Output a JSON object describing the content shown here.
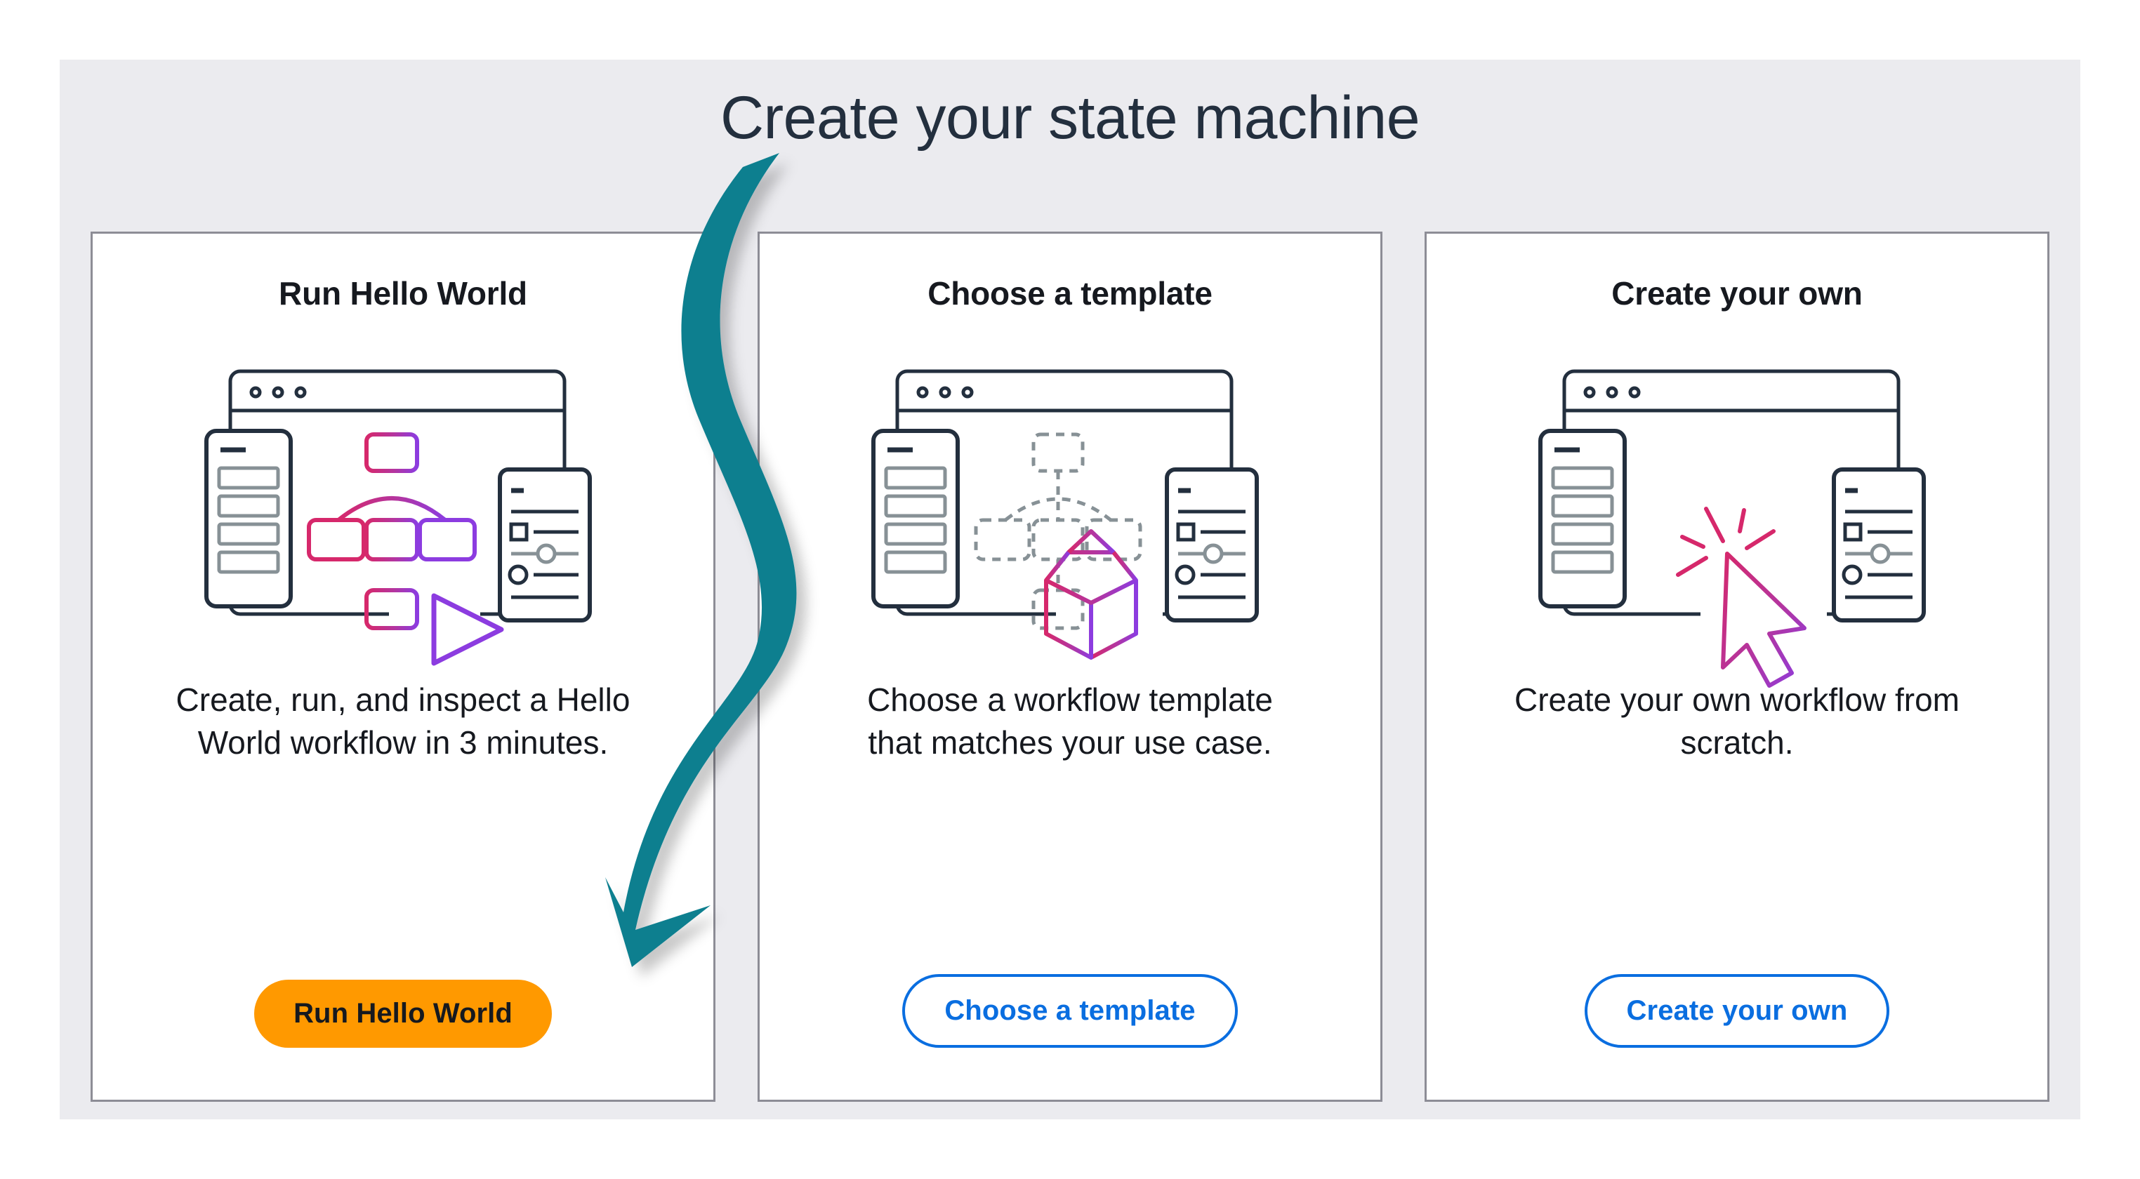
{
  "page": {
    "title": "Create your state machine",
    "background_color": "#ffffff",
    "panel_color": "#ebebef",
    "title_color": "#232f3e"
  },
  "annotation": {
    "type": "curved-arrow",
    "color": "#0f7f8f",
    "points_to": "run-hello-world-button",
    "direction": "down-left"
  },
  "colors": {
    "primary_button_bg": "#ff9900",
    "secondary_button_border": "#0a6ee0",
    "secondary_button_text": "#0a6ee0",
    "card_border": "#8d8d96",
    "heading": "#16191f",
    "illustration_ink": "#232f3e",
    "illustration_gradient_start": "#d6286b",
    "illustration_gradient_end": "#8c3ce0",
    "illustration_muted": "#879196"
  },
  "cards": [
    {
      "title": "Run Hello World",
      "description": "Create, run, and inspect a Hello World workflow in 3 minutes.",
      "button_label": "Run Hello World",
      "button_style": "primary",
      "illustration": "workflow-graph-with-play-icon"
    },
    {
      "title": "Choose a template",
      "description": "Choose a workflow template that matches your use case.",
      "button_label": "Choose a template",
      "button_style": "secondary",
      "illustration": "dashed-workflow-graph-with-open-box-icon"
    },
    {
      "title": "Create your own",
      "description": "Create your own workflow from scratch.",
      "button_label": "Create your own",
      "button_style": "secondary",
      "illustration": "empty-canvas-with-click-cursor-icon"
    }
  ]
}
